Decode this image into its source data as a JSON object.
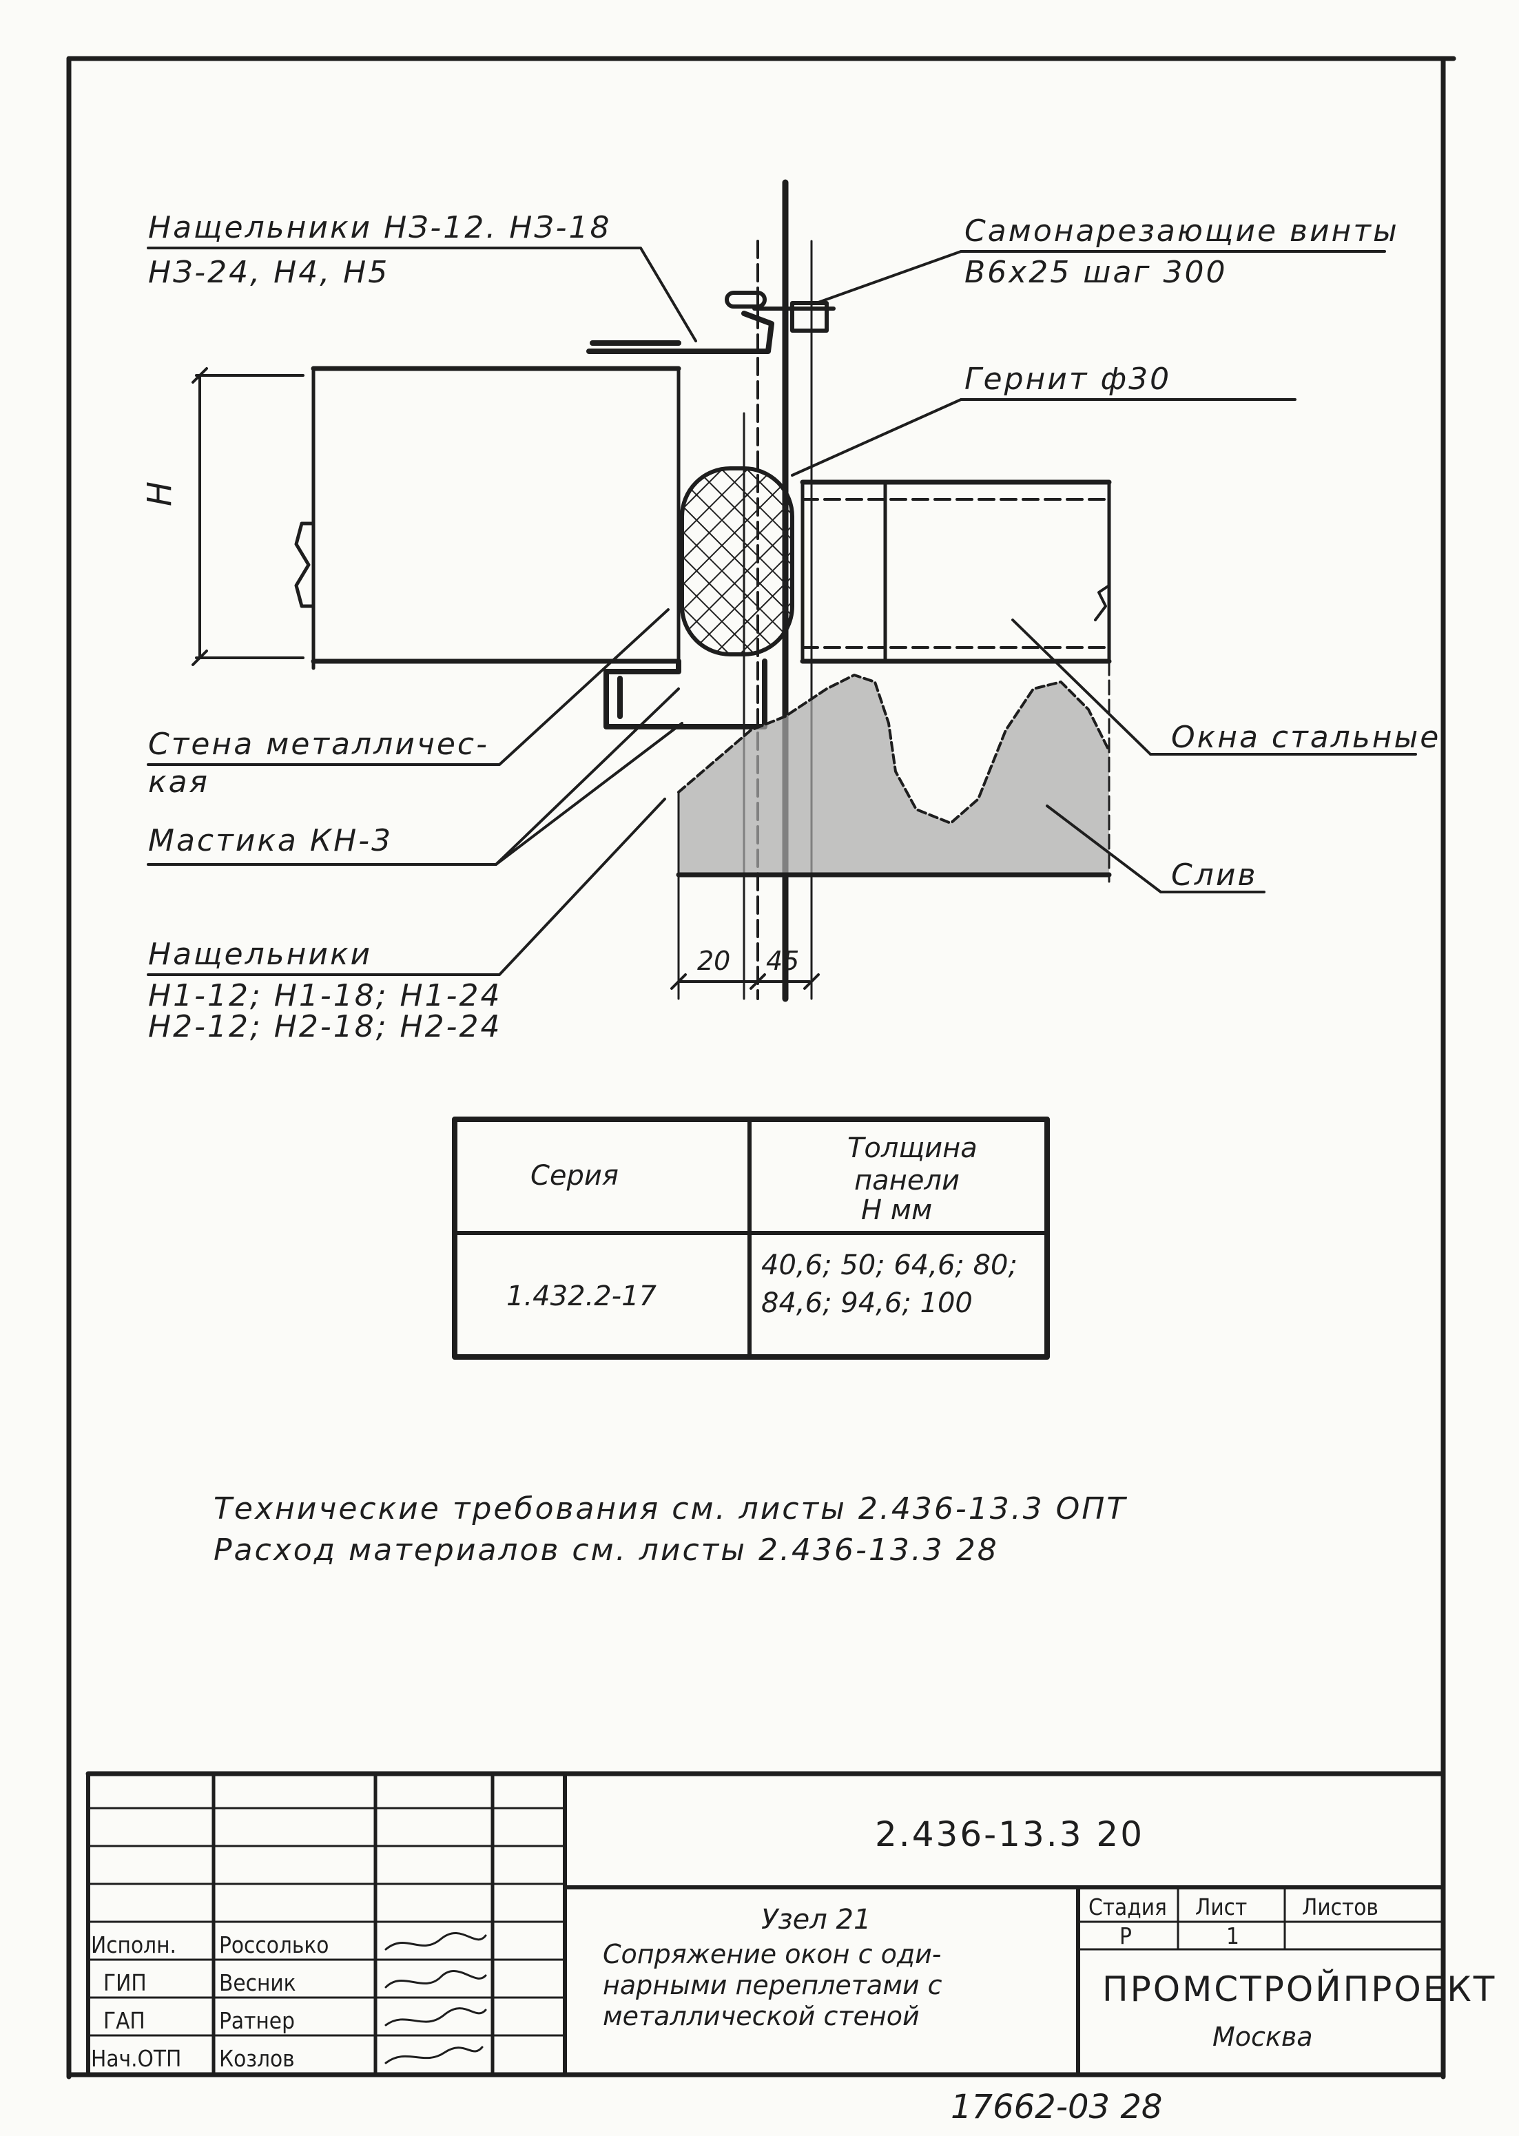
{
  "callouts": {
    "nashchelniki_top_1": "Нащельники НЗ-12. НЗ-18",
    "nashchelniki_top_2": "НЗ-24, Н4, Н5",
    "screws_1": "Самонарезающие винты",
    "screws_2": "В6х25 шаг 300",
    "gernit": "Гернит ф30",
    "wall_1": "Стена металличес-",
    "wall_2": "кая",
    "mastika": "Мастика КН-3",
    "nashchelniki_bottom_title": "Нащельники",
    "nashchelniki_bottom_1": "Н1-12; Н1-18; Н1-24",
    "nashchelniki_bottom_2": "Н2-12; Н2-18; Н2-24",
    "windows": "Окна стальные",
    "sliv": "Слив",
    "dim_h": "Н",
    "dim_20": "20",
    "dim_45": "45"
  },
  "table": {
    "headers": [
      "Серия",
      "Толщина панели Н мм"
    ],
    "header_2_lines": [
      "Толщина",
      "панели",
      "Н мм"
    ],
    "rows": [
      {
        "series": "1.432.2-17",
        "values_line_1": "40,6; 50; 64,6; 80;",
        "values_line_2": "84,6; 94,6; 100"
      }
    ]
  },
  "notes": {
    "line_1": "Технические требования см. листы 2.436-13.3 ОПТ",
    "line_2": "Расход материалов см. листы 2.436-13.3 28"
  },
  "title_block": {
    "doc_code": "2.436-13.3   20",
    "node_title": "Узел 21",
    "description_1": "Сопряжение окон с оди-",
    "description_2": "нарными переплетами с",
    "description_3": "металлической стеной",
    "col_stage": "Стадия",
    "col_sheet": "Лист",
    "col_sheets": "Листов",
    "stage": "Р",
    "sheet": "1",
    "sheets": "",
    "org": "ПРОМСТРОЙПРОЕКТ",
    "city": "Москва",
    "signatures": [
      {
        "role": "Исполн.",
        "name": "Россолько"
      },
      {
        "role": "ГИП",
        "name": "Весник"
      },
      {
        "role": "ГАП",
        "name": "Ратнер"
      },
      {
        "role": "Нач.ОТП",
        "name": "Козлов"
      }
    ]
  },
  "stamp_number": "17662-03  28"
}
